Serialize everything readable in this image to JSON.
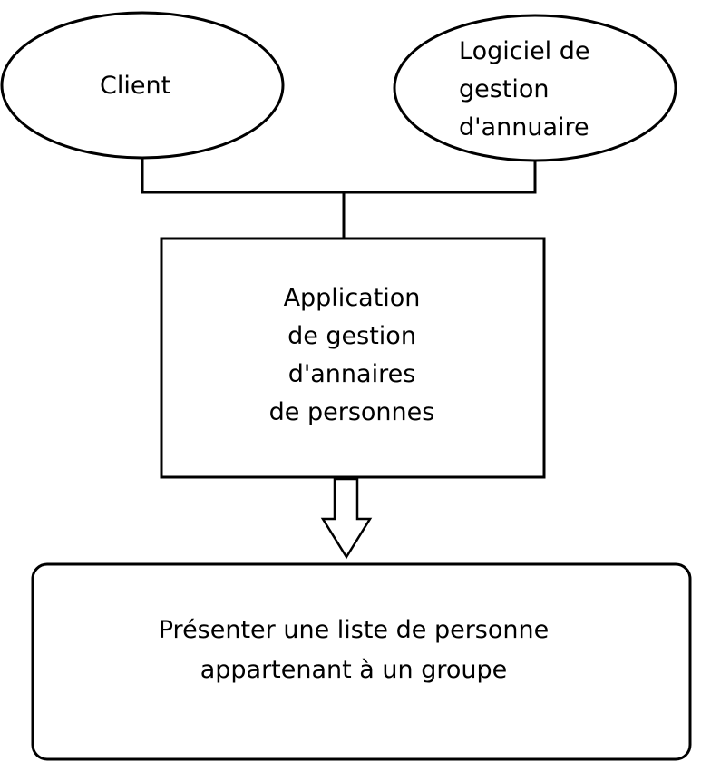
{
  "nodes": {
    "client": {
      "lines": [
        "Client"
      ]
    },
    "logiciel": {
      "lines": [
        "Logiciel de",
        "gestion",
        "d'annuaire"
      ]
    },
    "application": {
      "lines": [
        "Application",
        "de gestion",
        "d'annaires",
        "de personnes"
      ]
    },
    "action": {
      "lines": [
        "Présenter une liste de personne",
        "appartenant à un groupe"
      ]
    }
  }
}
